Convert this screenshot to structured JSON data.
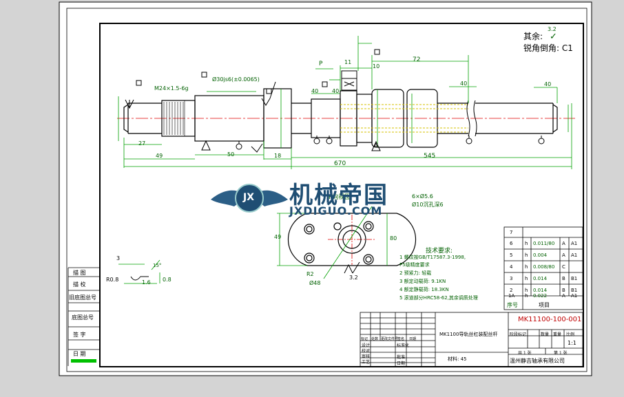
{
  "corner_notes": {
    "rest_label": "其余:",
    "rest_roughness": "3.2",
    "chamfer_label": "锐角倒角: C1"
  },
  "dimensions": {
    "thread": "M24×1.5-6g",
    "fit": "Ø30js6(±0.0065)",
    "len_27": "27",
    "len_49": "49",
    "len_50": "50",
    "len_18": "18",
    "len_670": "670",
    "len_545": "545",
    "len_72": "72",
    "len_11": "11",
    "len_10": "10",
    "len_40a": "40",
    "len_40b": "40",
    "len_40c": "40",
    "len_40d": "40",
    "section_p": "P",
    "datum_a": "A",
    "view_p_title": "P向视图",
    "holes_1": "6×Ø5.6",
    "holes_2": "Ø10沉孔深6",
    "pcd": "Ø48",
    "r2": "R2",
    "d49": "49",
    "d80": "80",
    "roughness_view": "3.2",
    "detail_3": "3",
    "detail_r08": "R0.8",
    "detail_16": "1.6",
    "detail_08": "0.8",
    "detail_15": "15°"
  },
  "tech_requirements": {
    "title": "技术要求:",
    "lines": [
      "1 螺纹按GB/T17587.3-1998,",
      "  P5级精度要求",
      "2 预紧力: 轻载",
      "3 额定动载荷: 9.1KN",
      "4 额定静载荷: 18.3KN",
      "5 滚道部分HRC58-62,其余调质处理"
    ]
  },
  "tolerance_table": {
    "header_no": "序号",
    "header_item": "项目",
    "rows": [
      {
        "no": "7",
        "sym": "",
        "val": "",
        "d1": "",
        "d2": ""
      },
      {
        "no": "6",
        "sym": "h",
        "val": "0.011/80",
        "d1": "A",
        "d2": "A1"
      },
      {
        "no": "5",
        "sym": "h",
        "val": "0.004",
        "d1": "A",
        "d2": "A1"
      },
      {
        "no": "4",
        "sym": "h",
        "val": "0.008/80",
        "d1": "C",
        "d2": ""
      },
      {
        "no": "3",
        "sym": "h",
        "val": "0.014",
        "d1": "B",
        "d2": "B1"
      },
      {
        "no": "2",
        "sym": "h",
        "val": "0.014",
        "d1": "B",
        "d2": "B1"
      },
      {
        "no": "1A",
        "sym": "h",
        "val": "0.022",
        "d1": "A",
        "d2": "A1"
      }
    ]
  },
  "left_column": {
    "items": [
      "描 图",
      "描 校",
      "旧底图总号",
      "底图总号",
      "签 字",
      "日 期"
    ]
  },
  "title_block": {
    "drawing_no": "MK11100-100-001",
    "part_name": "MK1100导轨丝杠装配丝杆",
    "material": "材料: 45",
    "company": "温州静吉轴承有限公司",
    "stage_label": "阶段标记",
    "qty_label": "数量",
    "weight_label": "重量",
    "scale_label": "比例",
    "scale_value": "1:1",
    "sheets": "共 1 张",
    "sheet_no": "第 1 张",
    "row_labels": [
      "标记",
      "处数",
      "更改文件号",
      "签名",
      "日期"
    ],
    "sign_rows": [
      "设计",
      "校对",
      "审核",
      "工艺"
    ],
    "std_label": "标准化",
    "approve_label": "批准",
    "date_label": "日期"
  },
  "watermark": {
    "cn": "机械帝国",
    "url": "JXDIGUO.COM",
    "badge": "JX"
  }
}
